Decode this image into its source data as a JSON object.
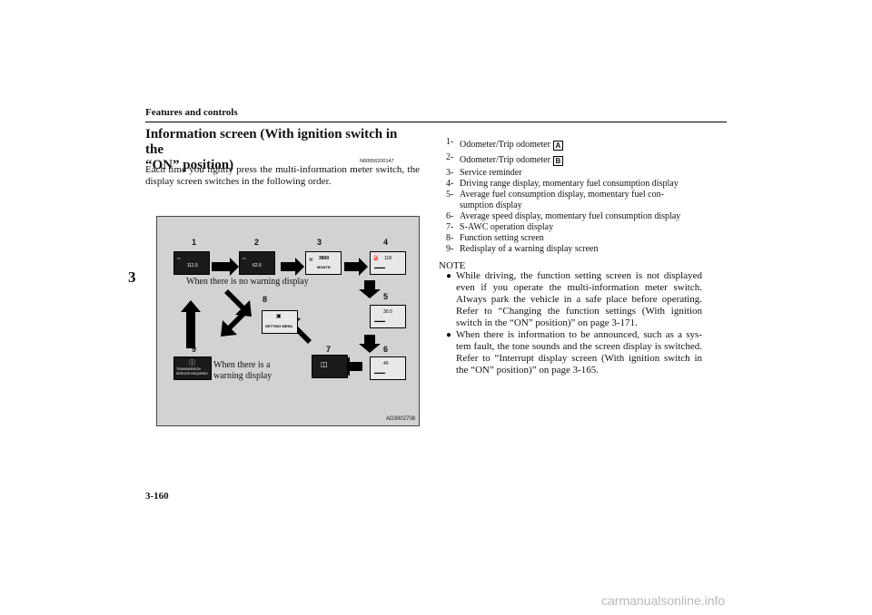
{
  "header": {
    "section": "Features and controls",
    "chapter": "3",
    "page_number": "3-160"
  },
  "section": {
    "title_line1": "Information screen (With ignition switch in the",
    "title_line2": "“ON” position)",
    "code": "N00556200147",
    "intro": "Each time you lightly press the multi-information meter switch, the display screen switches in the following order."
  },
  "figure": {
    "step_numbers": [
      "1",
      "2",
      "3",
      "4",
      "5",
      "6",
      "7",
      "8",
      "9"
    ],
    "label_no_warning": "When there is no warning display",
    "label_warning_line1": "When there is a",
    "label_warning_line2": "warning display",
    "code": "AG3002708",
    "screen1": "111.5",
    "screen2": "62.6",
    "screen3_value": "3800",
    "screen3_unit": "MONTH",
    "screen4": "118",
    "screen5": "30.0",
    "screen6": "40",
    "screen8": "SETTING MENU",
    "screen9_line1": "TRANSMISSION",
    "screen9_line2": "SERVICE REQUIRED"
  },
  "list": [
    {
      "num": "1-",
      "text": "Odometer/Trip odometer",
      "box": "A"
    },
    {
      "num": "2-",
      "text": "Odometer/Trip odometer",
      "box": "B"
    },
    {
      "num": "3-",
      "text": "Service reminder"
    },
    {
      "num": "4-",
      "text": "Driving range display, momentary fuel consumption display"
    },
    {
      "num": "5-",
      "text": "Average fuel consumption display, momentary fuel con-",
      "cont": "sumption display"
    },
    {
      "num": "6-",
      "text": "Average speed display, momentary fuel consumption display"
    },
    {
      "num": "7-",
      "text": "S-AWC operation display"
    },
    {
      "num": "8-",
      "text": "Function setting screen"
    },
    {
      "num": "9-",
      "text": "Redisplay of a warning display screen"
    }
  ],
  "note": {
    "label": "NOTE",
    "bullet": "●",
    "items": [
      "While driving, the function setting screen is not displayed even if you operate the multi-information meter switch. Always park the vehicle in a safe place before operating. Refer to “Changing the function settings (With ignition switch in the “ON” position)” on page 3-171.",
      "When there is information to be announced, such as a sys-tem fault, the tone sounds and the screen display is switched. Refer to “Interrupt display screen (With ignition switch in the “ON” position)” on page 3-165."
    ]
  },
  "watermark": "carmanualsonline.info"
}
